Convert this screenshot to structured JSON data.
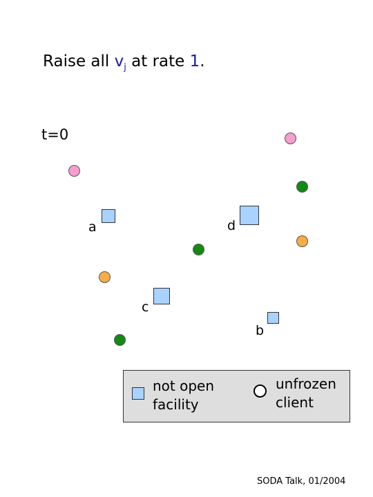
{
  "title": {
    "prefix": "Raise all ",
    "var": "v",
    "sub": "j",
    "middle": " at rate ",
    "rate": "1",
    "suffix": "."
  },
  "time_label": "t=0",
  "facilities": [
    {
      "label": "a"
    },
    {
      "label": "d"
    },
    {
      "label": "c"
    },
    {
      "label": "b"
    }
  ],
  "colors": {
    "facility": "#a9d2ff",
    "client_pink": "#f59ecf",
    "client_green": "#138a13",
    "client_orange": "#f7ac45",
    "legend_bg": "#dedede",
    "title_highlight": "#1a1aa0"
  },
  "legend": {
    "facility_text": "not open facility",
    "client_text": "unfrozen client"
  },
  "footer": "SODA Talk, 01/2004"
}
